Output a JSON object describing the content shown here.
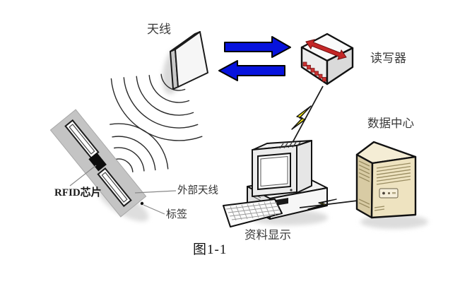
{
  "figure": {
    "caption": "图1-1",
    "background": "#ffffff"
  },
  "labels": {
    "antenna": "天线",
    "reader": "读写器",
    "data_center": "数据中心",
    "data_display": "资料显示",
    "rfid_chip": "RFID芯片",
    "external_antenna": "外部天线",
    "tag": "标签"
  },
  "colors": {
    "arrow_blue": "#0713dd",
    "reader_red": "#c42626",
    "lightning_yellow": "#f2e513",
    "tag_gray": "#c4c4c4",
    "server_beige": "#eee3c0",
    "outline_black": "#111111"
  },
  "diagram": {
    "nodes": [
      {
        "id": "antenna",
        "label": "天线",
        "icon": "antenna-panel-icon"
      },
      {
        "id": "reader",
        "label": "读写器",
        "icon": "reader-box-icon"
      },
      {
        "id": "rfid_tag",
        "label": "标签",
        "icon": "rfid-tag-icon",
        "parts": [
          "RFID芯片",
          "外部天线"
        ]
      },
      {
        "id": "computer",
        "label": "资料显示",
        "icon": "desktop-computer-icon"
      },
      {
        "id": "server",
        "label": "数据中心",
        "icon": "server-tower-icon"
      }
    ],
    "connections": [
      {
        "from": "antenna",
        "to": "reader",
        "type": "bidirectional-blue-arrows"
      },
      {
        "from": "antenna",
        "to": "rfid_tag",
        "type": "radio-waves"
      },
      {
        "from": "reader",
        "to": "computer",
        "type": "lightning-link"
      },
      {
        "from": "computer",
        "to": "server",
        "type": "lightning-link"
      }
    ]
  }
}
